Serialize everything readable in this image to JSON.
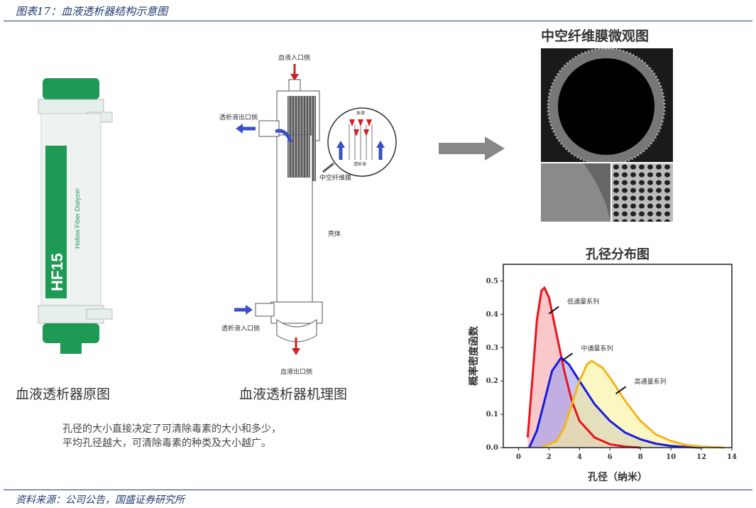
{
  "header": {
    "title": "图表17：血液透析器结构示意图"
  },
  "footer": {
    "source": "资料来源：公司公告，国盛证券研究所"
  },
  "left": {
    "caption": "血液透析器原图",
    "product_label": "HF15",
    "product_subtitle": "Hollow Fiber Dialyzer",
    "colors": {
      "green": "#1e9a55"
    }
  },
  "middle": {
    "caption": "血液透析器机理图",
    "labels": {
      "blood_in": "血液入口侧",
      "dialysate_out": "透析液出口侧",
      "fiber": "中空纤维膜",
      "shell": "壳体",
      "dialysate_in": "透析液入口侧",
      "blood_out": "血液出口侧",
      "inset_blood": "血液",
      "inset_dialysate": "透析液"
    }
  },
  "note": {
    "line1": "孔径的大小直接决定了可清除毒素的大小和多少，",
    "line2": "平均孔径越大，可清除毒素的种类及大小越广。"
  },
  "micrograph": {
    "title": "中空纤维膜微观图"
  },
  "chart_data": {
    "type": "area",
    "title": "孔径分布图",
    "xlabel": "孔径（纳米）",
    "ylabel": "概率密度函数",
    "xlim": [
      -1,
      14
    ],
    "ylim": [
      0,
      0.55
    ],
    "xticks": [
      0,
      2,
      4,
      6,
      8,
      10,
      12,
      14
    ],
    "yticks": [
      0.0,
      0.1,
      0.2,
      0.3,
      0.4,
      0.5
    ],
    "grid": false,
    "series": [
      {
        "name": "低通量系列",
        "color": "#e8141b",
        "fill": "#f4a3a8",
        "points": [
          [
            0.6,
            0.03
          ],
          [
            0.9,
            0.2
          ],
          [
            1.2,
            0.38
          ],
          [
            1.5,
            0.47
          ],
          [
            1.7,
            0.48
          ],
          [
            2.0,
            0.45
          ],
          [
            2.5,
            0.34
          ],
          [
            3.0,
            0.23
          ],
          [
            3.5,
            0.14
          ],
          [
            4.0,
            0.08
          ],
          [
            5,
            0.03
          ],
          [
            6,
            0.01
          ],
          [
            7,
            0.003
          ],
          [
            8,
            0
          ]
        ]
      },
      {
        "name": "中通量系列",
        "color": "#1a1ae0",
        "fill": "#9f9ff0",
        "points": [
          [
            0.7,
            0
          ],
          [
            1.2,
            0.05
          ],
          [
            1.7,
            0.14
          ],
          [
            2.2,
            0.23
          ],
          [
            2.8,
            0.27
          ],
          [
            3.3,
            0.25
          ],
          [
            4,
            0.2
          ],
          [
            5,
            0.13
          ],
          [
            6,
            0.08
          ],
          [
            7,
            0.045
          ],
          [
            8,
            0.025
          ],
          [
            9,
            0.012
          ],
          [
            10,
            0.005
          ],
          [
            11,
            0.002
          ],
          [
            12,
            0
          ]
        ]
      },
      {
        "name": "高通量系列",
        "color": "#f2b51c",
        "fill": "#f8f29a",
        "points": [
          [
            1.5,
            0
          ],
          [
            2.5,
            0.02
          ],
          [
            3,
            0.06
          ],
          [
            3.5,
            0.13
          ],
          [
            4,
            0.2
          ],
          [
            4.5,
            0.25
          ],
          [
            4.8,
            0.26
          ],
          [
            5.5,
            0.24
          ],
          [
            6,
            0.21
          ],
          [
            7,
            0.14
          ],
          [
            8,
            0.08
          ],
          [
            9,
            0.04
          ],
          [
            10,
            0.02
          ],
          [
            11,
            0.008
          ],
          [
            12,
            0.003
          ],
          [
            13.5,
            0
          ]
        ]
      }
    ],
    "annotations": [
      {
        "text": "低通量系列",
        "x": 3.2,
        "y": 0.44
      },
      {
        "text": "中通量系列",
        "x": 4.1,
        "y": 0.3
      },
      {
        "text": "高通量系列",
        "x": 7.6,
        "y": 0.2
      }
    ]
  }
}
